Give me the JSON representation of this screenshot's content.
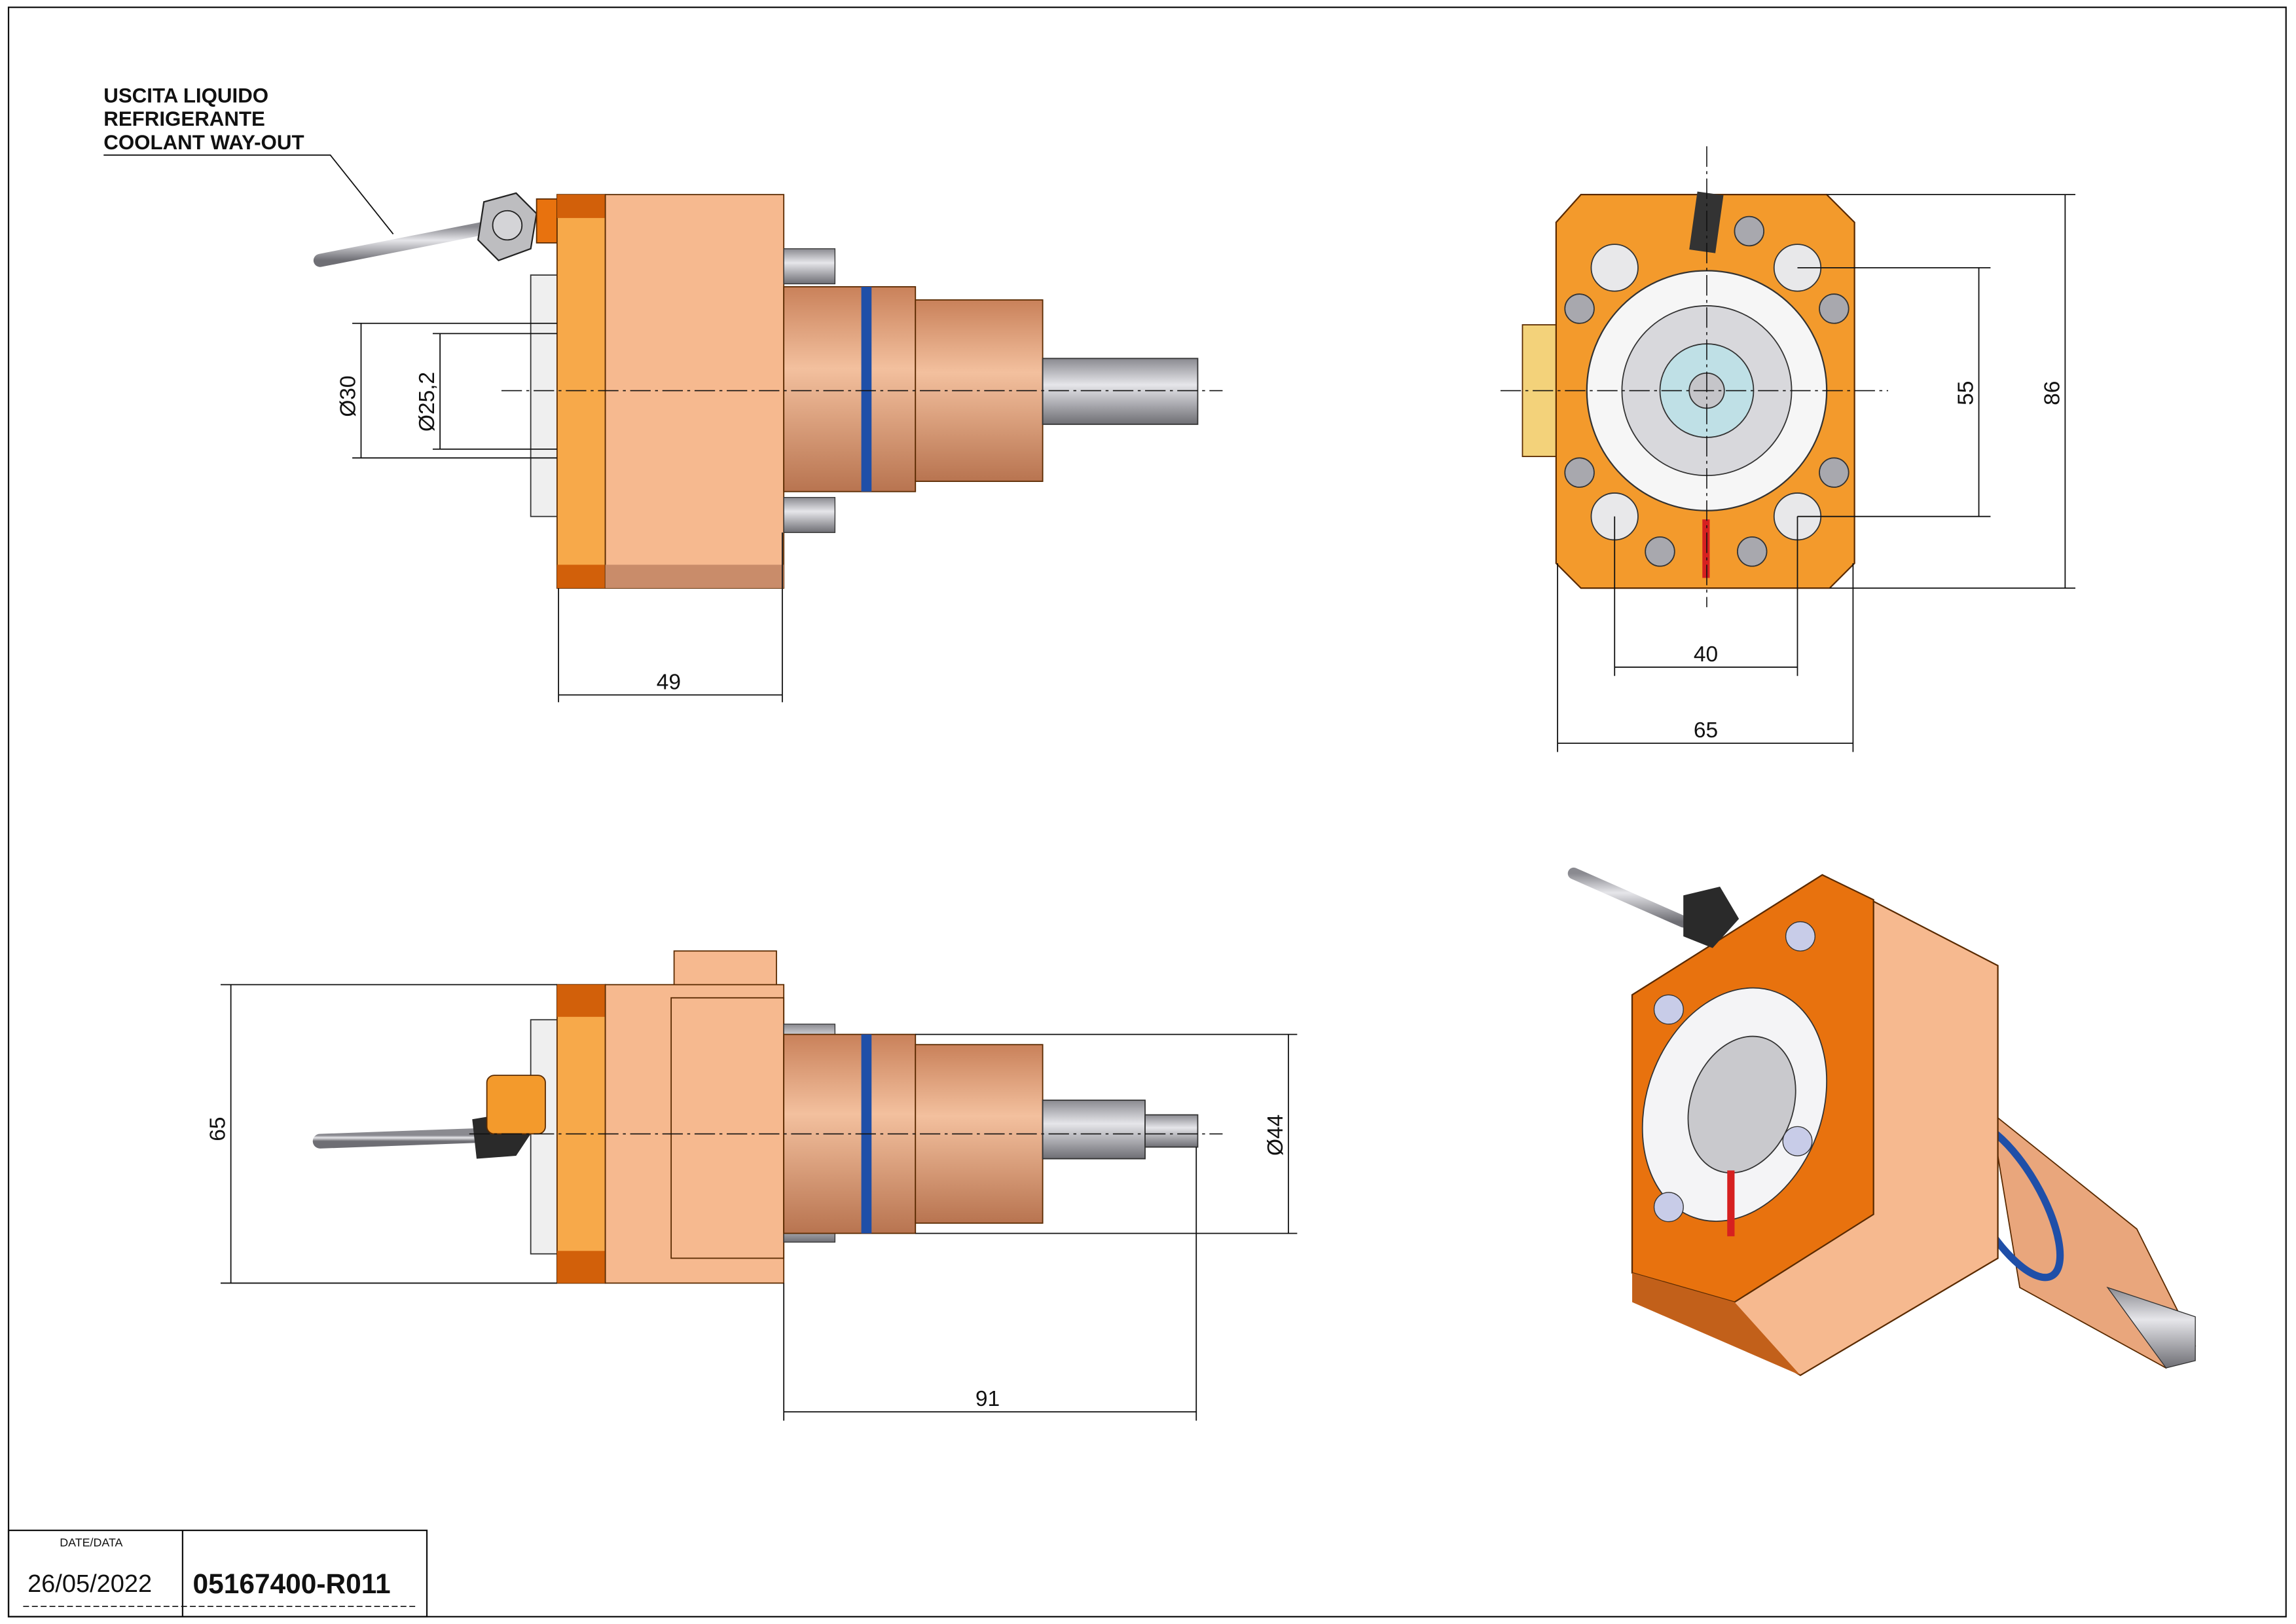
{
  "callout": {
    "line1": "USCITA LIQUIDO",
    "line2": "REFRIGERANTE",
    "line3": "COOLANT WAY-OUT"
  },
  "dimensions": {
    "side_top": {
      "dia_outer": "Ø30",
      "dia_inner": "Ø25,2",
      "length": "49"
    },
    "front": {
      "vertical_inner": "55",
      "vertical_outer": "86",
      "horizontal_inner": "40",
      "horizontal_outer": "65"
    },
    "side_bottom": {
      "height": "65",
      "dia_spindle": "Ø44",
      "length": "91"
    }
  },
  "title_block": {
    "date_label": "DATE/DATA",
    "date_value": "26/05/2022",
    "drawing_number": "05167400-R011"
  },
  "colors": {
    "body": "#f6b98f",
    "flange": "#e8720e",
    "flange_light": "#f7a94a",
    "spindle": "#e9a67c",
    "ring": "#1f4fa8",
    "steel": "#b8b8bc"
  }
}
